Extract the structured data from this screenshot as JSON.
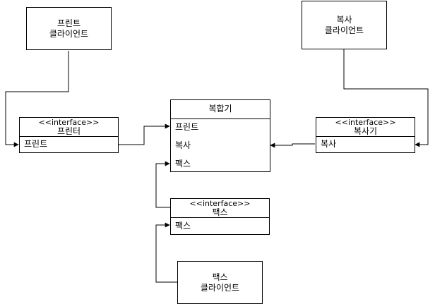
{
  "print_client": {
    "line1": "프린트",
    "line2": "클라이언트"
  },
  "copy_client": {
    "line1": "복사",
    "line2": "클라이언트"
  },
  "fax_client": {
    "line1": "팩스",
    "line2": "클라이언트"
  },
  "multifunction": {
    "title": "복합기",
    "items": [
      "프린트",
      "복사",
      "팩스"
    ]
  },
  "printer_interface": {
    "stereotype": "<<interface>>",
    "name": "프린터",
    "method": "프린트"
  },
  "copier_interface": {
    "stereotype": "<<interface>>",
    "name": "복사기",
    "method": "복사"
  },
  "fax_interface": {
    "stereotype": "<<interface>>",
    "name": "팩스",
    "method": "팩스"
  }
}
